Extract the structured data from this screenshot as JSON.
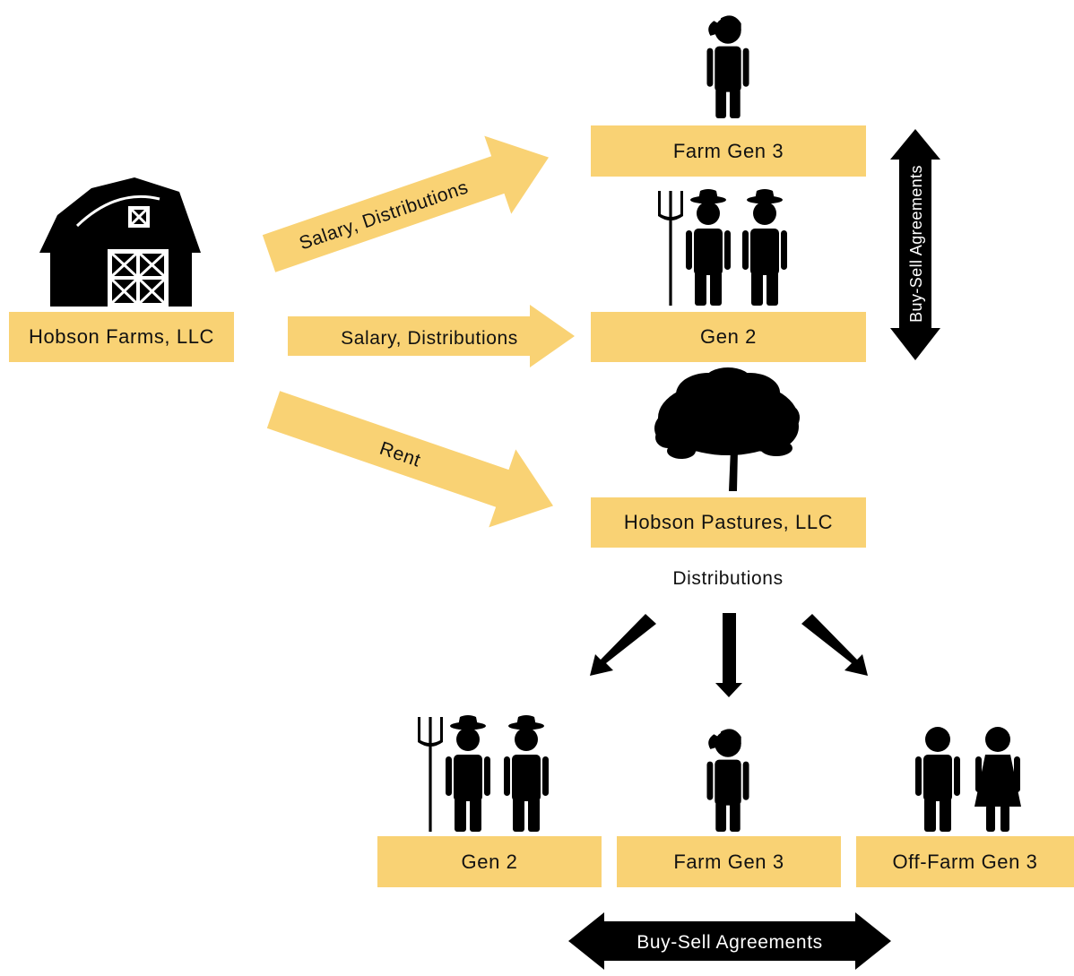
{
  "left": {
    "entity": "Hobson Farms, LLC"
  },
  "arrows": {
    "salary_dist_top": "Salary, Distributions",
    "salary_dist_middle": "Salary, Distributions",
    "rent": "Rent"
  },
  "right": {
    "farm_gen3": "Farm Gen 3",
    "gen2": "Gen 2",
    "pastures": "Hobson Pastures, LLC",
    "buy_sell_vertical": "Buy-Sell Agreements"
  },
  "distributions_label": "Distributions",
  "bottom": {
    "gen2": "Gen 2",
    "farm_gen3": "Farm Gen 3",
    "off_farm_gen3": "Off-Farm Gen 3",
    "buy_sell_horizontal": "Buy-Sell Agreements"
  },
  "colors": {
    "box_fill": "#f9d274",
    "icon": "#000000"
  }
}
